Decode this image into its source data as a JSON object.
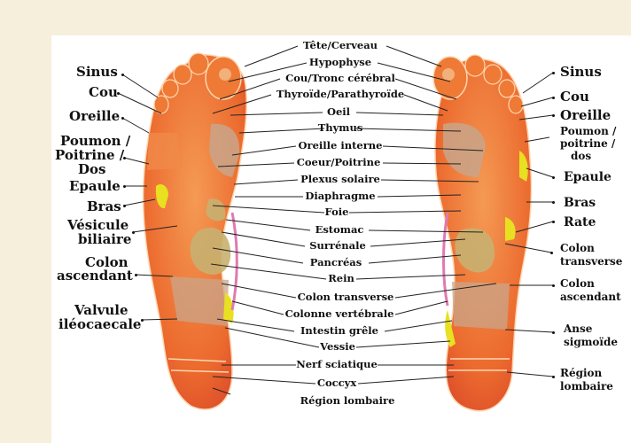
{
  "labels": {
    "center": [
      "Tête/Cerveau",
      "Hypophyse",
      "Cou/Tronc cérébral",
      "Thyroïde/Parathyroïde",
      "Oeil",
      "Thymus",
      "Oreille interne",
      "Coeur/Poitrine",
      "Plexus solaire",
      "Diaphragme",
      "Foie",
      "Estomac",
      "Surrénale",
      "Pancréas",
      "Rein",
      "Colon transverse",
      "Colonne vertébrale",
      "Intestin grêle",
      "Vessie",
      "Nerf sciatique",
      "Coccyx",
      "Région lombaire"
    ],
    "left": {
      "sinus": "Sinus",
      "cou": "Cou",
      "oreille": "Oreille",
      "poumon_1": "Poumon /",
      "poumon_2": "Poitrine /",
      "poumon_3": "Dos",
      "epaule": "Epaule",
      "bras": "Bras",
      "vesicule_1": "Vésicule",
      "vesicule_2": "biliaire",
      "colon_1": "Colon",
      "colon_2": "ascendant",
      "valvule_1": "Valvule",
      "valvule_2": "iléocaecale"
    },
    "right": {
      "sinus": "Sinus",
      "cou": "Cou",
      "oreille": "Oreille",
      "poumon_1": "Poumon /",
      "poumon_2": "poitrine /",
      "poumon_3": "dos",
      "epaule": "Epaule",
      "bras": "Bras",
      "rate": "Rate",
      "colon_t_1": "Colon",
      "colon_t_2": "transverse",
      "colon_d_1": "Colon",
      "colon_d_2": "ascendant",
      "anse_1": "Anse",
      "anse_2": "sigmoïde",
      "region_1": "Région",
      "region_2": "lombaire"
    }
  },
  "colors": {
    "background": "#f6efdc",
    "panel": "#ffffff",
    "foot_base": "#ee6a2c",
    "foot_light": "#f6a15a",
    "zone_green": "#c8b070",
    "zone_grey": "#c9a58a",
    "yellow": "#e8e020",
    "pink": "#e07ab0",
    "lines": "#222222"
  }
}
